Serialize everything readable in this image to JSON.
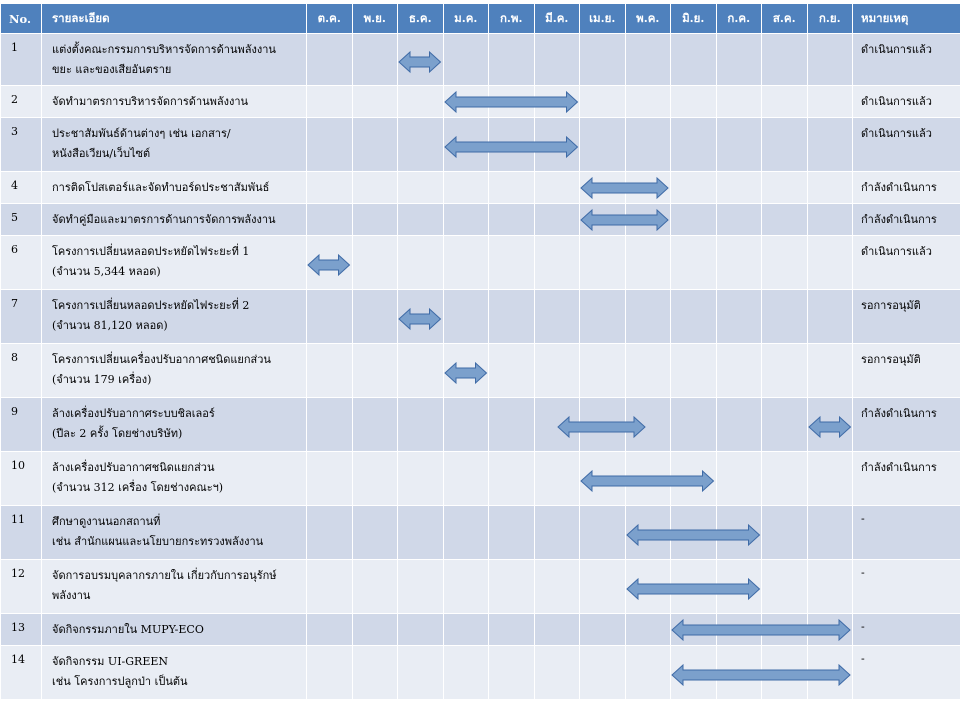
{
  "header": {
    "no": "No.",
    "detail": "รายละเอียด",
    "months": [
      "ต.ค.",
      "พ.ย.",
      "ธ.ค.",
      "ม.ค.",
      "ก.พ.",
      "มี.ค.",
      "เม.ย.",
      "พ.ค.",
      "มิ.ย.",
      "ก.ค.",
      "ส.ค.",
      "ก.ย."
    ],
    "remark": "หมายเหตุ"
  },
  "rows": [
    {
      "no": "1",
      "lines": [
        "แต่งตั้งคณะกรรมการบริหารจัดการด้านพลังงาน",
        "ขยะ และของเสียอันตราย"
      ],
      "remark": "ดำเนินการแล้ว",
      "bars": [
        {
          "start": 2,
          "end": 3
        }
      ]
    },
    {
      "no": "2",
      "lines": [
        "จัดทำมาตรการบริหารจัดการด้านพลังงาน"
      ],
      "remark": "ดำเนินการแล้ว",
      "bars": [
        {
          "start": 3,
          "end": 6
        }
      ]
    },
    {
      "no": "3",
      "lines": [
        "ประชาสัมพันธ์ด้านต่างๆ เช่น เอกสาร/",
        "หนังสือเวียน/เว็บไซต์"
      ],
      "remark": "ดำเนินการแล้ว",
      "bars": [
        {
          "start": 3,
          "end": 6
        }
      ]
    },
    {
      "no": "4",
      "lines": [
        "การติดโปสเตอร์และจัดทำบอร์ดประชาสัมพันธ์"
      ],
      "remark": "กำลังดำเนินการ",
      "bars": [
        {
          "start": 6,
          "end": 8
        }
      ]
    },
    {
      "no": "5",
      "lines": [
        "จัดทำคู่มือและมาตรการด้านการจัดการพลังงาน"
      ],
      "remark": "กำลังดำเนินการ",
      "bars": [
        {
          "start": 6,
          "end": 8
        }
      ]
    },
    {
      "no": "6",
      "lines": [
        "โครงการเปลี่ยนหลอดประหยัดไฟระยะที่ 1",
        "(จำนวน 5,344 หลอด)"
      ],
      "remark": "ดำเนินการแล้ว",
      "bars": [
        {
          "start": 0,
          "end": 1
        }
      ]
    },
    {
      "no": "7",
      "lines": [
        "โครงการเปลี่ยนหลอดประหยัดไฟระยะที่ 2",
        "(จำนวน 81,120 หลอด)"
      ],
      "remark": "รอการอนุมัติ",
      "bars": [
        {
          "start": 2,
          "end": 3
        }
      ]
    },
    {
      "no": "8",
      "lines": [
        "โครงการเปลี่ยนเครื่องปรับอากาศชนิดแยกส่วน",
        "(จำนวน 179 เครื่อง)"
      ],
      "remark": "รอการอนุมัติ",
      "bars": [
        {
          "start": 3,
          "end": 4
        }
      ]
    },
    {
      "no": "9",
      "lines": [
        "ล้างเครื่องปรับอากาศระบบชิลเลอร์",
        "(ปีละ 2 ครั้ง โดยช่างบริษัท)"
      ],
      "remark": "กำลังดำเนินการ",
      "bars": [
        {
          "start": 5.5,
          "end": 7.5
        },
        {
          "start": 11,
          "end": 12
        }
      ]
    },
    {
      "no": "10",
      "lines": [
        "ล้างเครื่องปรับอากาศชนิดแยกส่วน",
        "(จำนวน 312 เครื่อง โดยช่างคณะฯ)"
      ],
      "remark": "กำลังดำเนินการ",
      "bars": [
        {
          "start": 6,
          "end": 9
        }
      ]
    },
    {
      "no": "11",
      "lines": [
        "ศึกษาดูงานนอกสถานที่",
        "เช่น สำนักแผนและนโยบายกระทรวงพลังงาน"
      ],
      "remark": "-",
      "bars": [
        {
          "start": 7,
          "end": 10
        }
      ]
    },
    {
      "no": "12",
      "lines": [
        "จัดการอบรมบุคลากรภายใน เกี่ยวกับการอนุรักษ์",
        "พลังงาน"
      ],
      "remark": "-",
      "bars": [
        {
          "start": 7,
          "end": 10
        }
      ]
    },
    {
      "no": "13",
      "lines": [
        "จัดกิจกรรมภายใน MUPY-ECO"
      ],
      "remark": "-",
      "bars": [
        {
          "start": 8,
          "end": 12
        }
      ]
    },
    {
      "no": "14",
      "lines": [
        "จัดกิจกรรม UI-GREEN",
        "เช่น โครงการปลูกป่า เป็นต้น"
      ],
      "remark": "-",
      "bars": [
        {
          "start": 8,
          "end": 12
        }
      ]
    }
  ],
  "colors": {
    "header": "#4f81bd",
    "row_odd": "#d0d8e8",
    "row_even": "#e9edf4",
    "arrow_fill": "#7ba0cc",
    "arrow_stroke": "#3e6aa6"
  }
}
